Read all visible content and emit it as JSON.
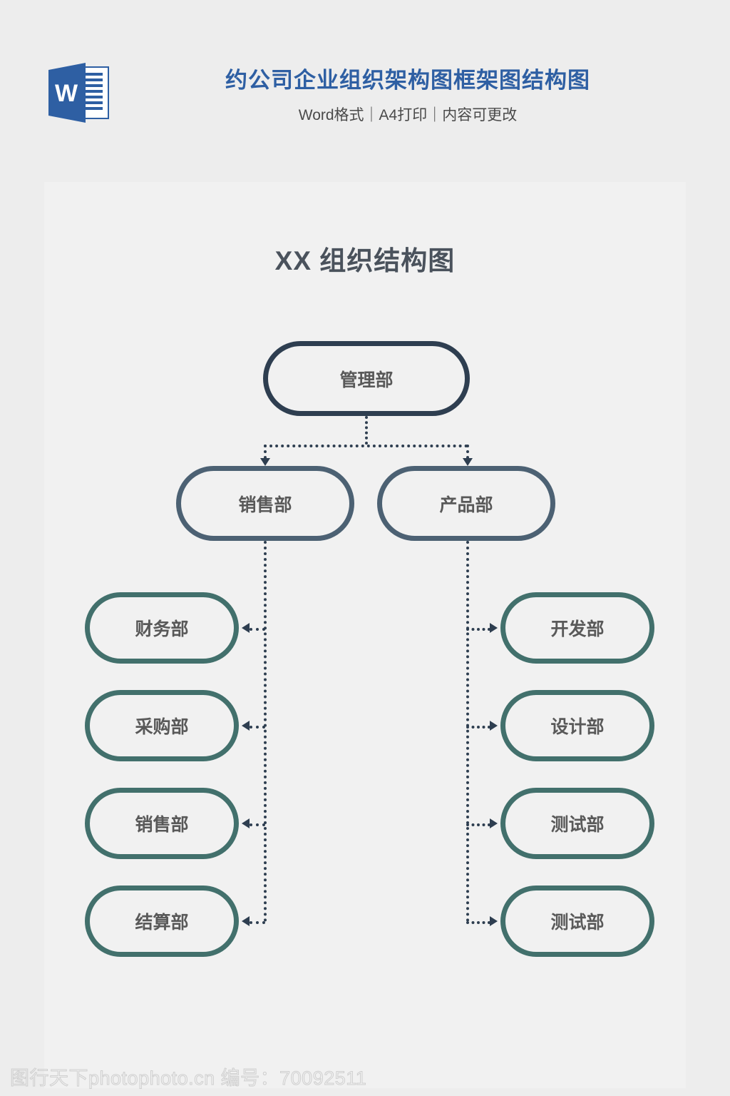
{
  "header": {
    "icon": "word-document-icon",
    "icon_letter": "W",
    "title": "约公司企业组织架构图框架图结构图",
    "subtitle": "Word格式｜A4打印｜内容可更改",
    "title_color": "#2e5fa3",
    "subtitle_color": "#4a4a4a"
  },
  "page": {
    "background": "#f1f1f1",
    "outer_background": "#ededed"
  },
  "chart_data": {
    "type": "diagram",
    "subtype": "org-chart",
    "title": "XX 组织结构图",
    "title_color": "#4a525c",
    "connector_style": "dotted-with-arrowheads",
    "connector_color": "#2e3e50",
    "levels": [
      {
        "level": 1,
        "border_color": "#2e3e50",
        "nodes": [
          {
            "id": "root",
            "label": "管理部"
          }
        ]
      },
      {
        "level": 2,
        "border_color": "#4c6173",
        "nodes": [
          {
            "id": "sales",
            "label": "销售部",
            "parent": "root"
          },
          {
            "id": "product",
            "label": "产品部",
            "parent": "root"
          }
        ]
      },
      {
        "level": 3,
        "border_color": "#42706c",
        "nodes": [
          {
            "id": "finance",
            "label": "财务部",
            "parent": "sales",
            "column": "left"
          },
          {
            "id": "purchase",
            "label": "采购部",
            "parent": "sales",
            "column": "left"
          },
          {
            "id": "sales2",
            "label": "销售部",
            "parent": "sales",
            "column": "left"
          },
          {
            "id": "settle",
            "label": "结算部",
            "parent": "sales",
            "column": "left"
          },
          {
            "id": "dev",
            "label": "开发部",
            "parent": "product",
            "column": "right"
          },
          {
            "id": "design",
            "label": "设计部",
            "parent": "product",
            "column": "right"
          },
          {
            "id": "test1",
            "label": "测试部",
            "parent": "product",
            "column": "right"
          },
          {
            "id": "test2",
            "label": "测试部",
            "parent": "product",
            "column": "right"
          }
        ]
      }
    ]
  },
  "footer": {
    "watermark": "图行天下photophoto.cn 编号：70092511"
  }
}
